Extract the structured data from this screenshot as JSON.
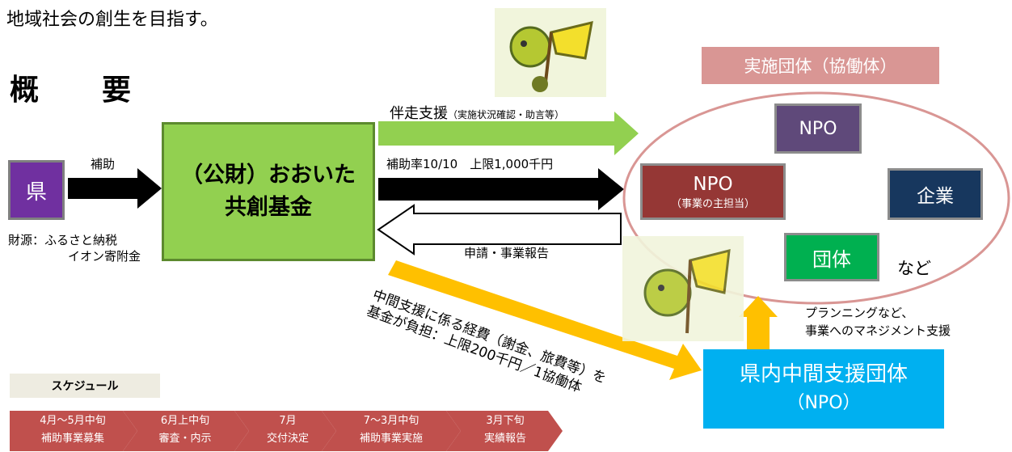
{
  "header": {
    "line": "地域社会の創生を目指す。",
    "overview": "概　　要"
  },
  "left": {
    "prefecture": "県",
    "subsidy_label": "補助",
    "funding_line1": "財源：ふるさと納税",
    "funding_line2": "イオン寄附金"
  },
  "foundation": {
    "line1": "（公財）おおいた",
    "line2": "共創基金"
  },
  "arrows": {
    "support_main": "伴走支援",
    "support_detail": "（実施状況確認・助言等）",
    "rate": "補助率10/10　上限1,000千円",
    "report": "申請・事業報告",
    "intermediate_line1": "中間支援に係る経費（謝金、旅費等）を",
    "intermediate_line2": "基金が負担：上限200千円／1協働体",
    "planning_line1": "プランニングなど、",
    "planning_line2": "事業へのマネジメント支援"
  },
  "group": {
    "title": "実施団体（協働体）",
    "npo_top": "NPO",
    "npo_main": "NPO",
    "npo_main_sub": "（事業の主担当）",
    "company": "企業",
    "dantai": "団体",
    "etc": "など"
  },
  "intermediate": {
    "line1": "県内中間支援団体",
    "line2": "（NPO）"
  },
  "schedule": {
    "title": "スケジュール",
    "steps": [
      {
        "month": "4月～5月中旬",
        "label": "補助事業募集"
      },
      {
        "month": "6月上中旬",
        "label": "審査・内示"
      },
      {
        "month": "7月",
        "label": "交付決定"
      },
      {
        "month": "7～3月中旬",
        "label": "補助事業実施"
      },
      {
        "month": "3月下旬",
        "label": "実績報告"
      }
    ]
  },
  "colors": {
    "purple": "#7030a0",
    "green_box": "#92d050",
    "npo_dark": "#5f497a",
    "npo_red": "#953735",
    "company_navy": "#17375e",
    "dantai_green": "#00b050",
    "intermediate_blue": "#00b0f0",
    "schedule_red": "#c0504d",
    "title_brown": "#d99694",
    "yellow_arrow": "#ffc000"
  },
  "icons": {
    "mascot_top": "mascot-icon",
    "mascot_bottom": "mascot-icon"
  }
}
